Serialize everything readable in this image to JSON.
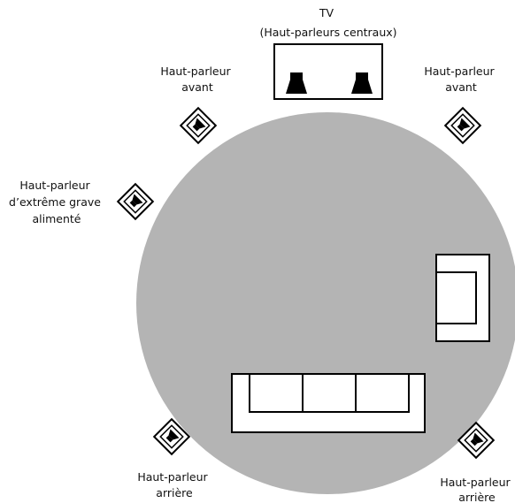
{
  "colors": {
    "room_area": "#b4b4b4",
    "outline": "#000000",
    "furniture_fill": "#ffffff",
    "text": "#111111"
  },
  "labels": {
    "tv": {
      "line1": "TV",
      "line2": "(Haut-parleurs centraux)"
    },
    "front_left": {
      "line1": "Haut-parleur",
      "line2": "avant"
    },
    "front_right": {
      "line1": "Haut-parleur",
      "line2": "avant"
    },
    "subwoofer": {
      "line1": "Haut-parleur",
      "line2": "d’extrême grave",
      "line3": "alimenté"
    },
    "rear_left": {
      "line1": "Haut-parleur",
      "line2": "arrière"
    },
    "rear_right": {
      "line1": "Haut-parleur",
      "line2": "arrière"
    }
  },
  "icons": {
    "tv": "tv-icon",
    "center_speaker": "speaker-icon",
    "diamond_speaker": "speaker-diamond-icon",
    "sofa": "sofa-icon",
    "armchair": "armchair-icon"
  }
}
